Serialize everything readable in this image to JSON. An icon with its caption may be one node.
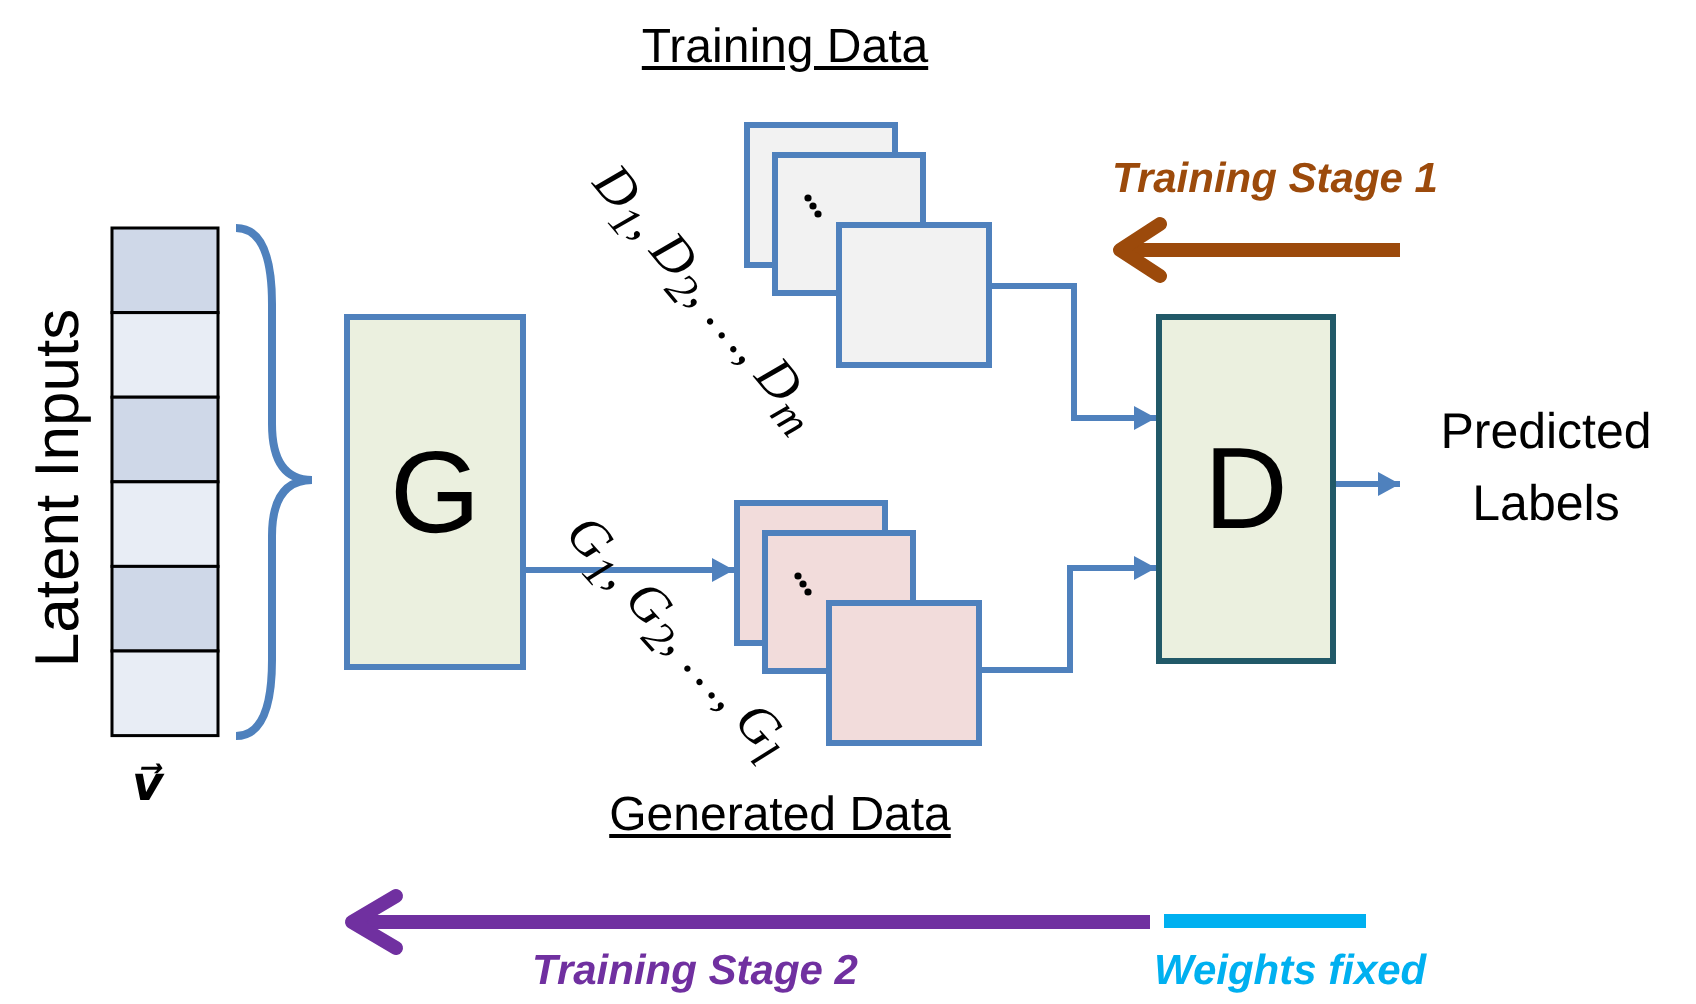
{
  "diagram": {
    "nodes": [
      {
        "text": [
          "G"
        ]
      },
      {
        "text": [
          "D"
        ]
      },
      {
        "text": [
          "Training Data",
          "D$_{1}$, D$_{2}$, …, D$_{m}$"
        ]
      },
      {
        "text": [
          "Generated Data",
          "G$_{1}$, G$_{2}$, …, G$_{l}$"
        ]
      },
      {
        "text": [
          "Predicted Labels"
        ]
      },
      {
        "text": [
          "Latent Inputs"
        ],
        "beside": [
          "v⃗"
        ]
      }
    ],
    "edges": [
      {
        "from": 0,
        "to": 3,
        "arrow": "to"
      },
      {
        "from": 2,
        "to": 1,
        "arrow": "to"
      },
      {
        "from": 3,
        "to": 1,
        "arrow": "to"
      },
      {
        "from": 1,
        "to": 4,
        "arrow": "to"
      }
    ],
    "labels": [
      "Training Stage 1",
      "Training Stage 2",
      "Weights fixed"
    ]
  }
}
